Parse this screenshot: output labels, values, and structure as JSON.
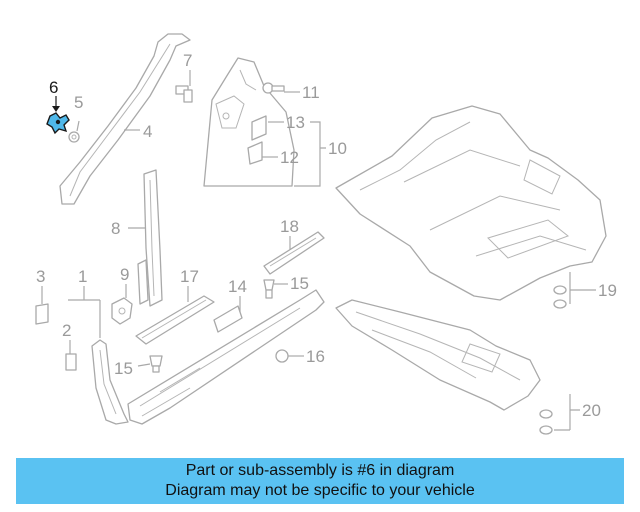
{
  "diagram": {
    "highlighted_part": "6",
    "highlight_color": "#4fb8ea",
    "callouts": {
      "n1": "1",
      "n2": "2",
      "n3": "3",
      "n4": "4",
      "n5": "5",
      "n6": "6",
      "n7": "7",
      "n8": "8",
      "n9": "9",
      "n10": "10",
      "n11": "11",
      "n12": "12",
      "n13": "13",
      "n14": "14",
      "n15a": "15",
      "n15b": "15",
      "n16": "16",
      "n17": "17",
      "n18": "18",
      "n19": "19",
      "n20": "20"
    }
  },
  "caption": {
    "background": "#5ac2f2",
    "line1": "Part or sub-assembly is #6 in diagram",
    "line2": "Diagram may not be specific to your vehicle"
  }
}
